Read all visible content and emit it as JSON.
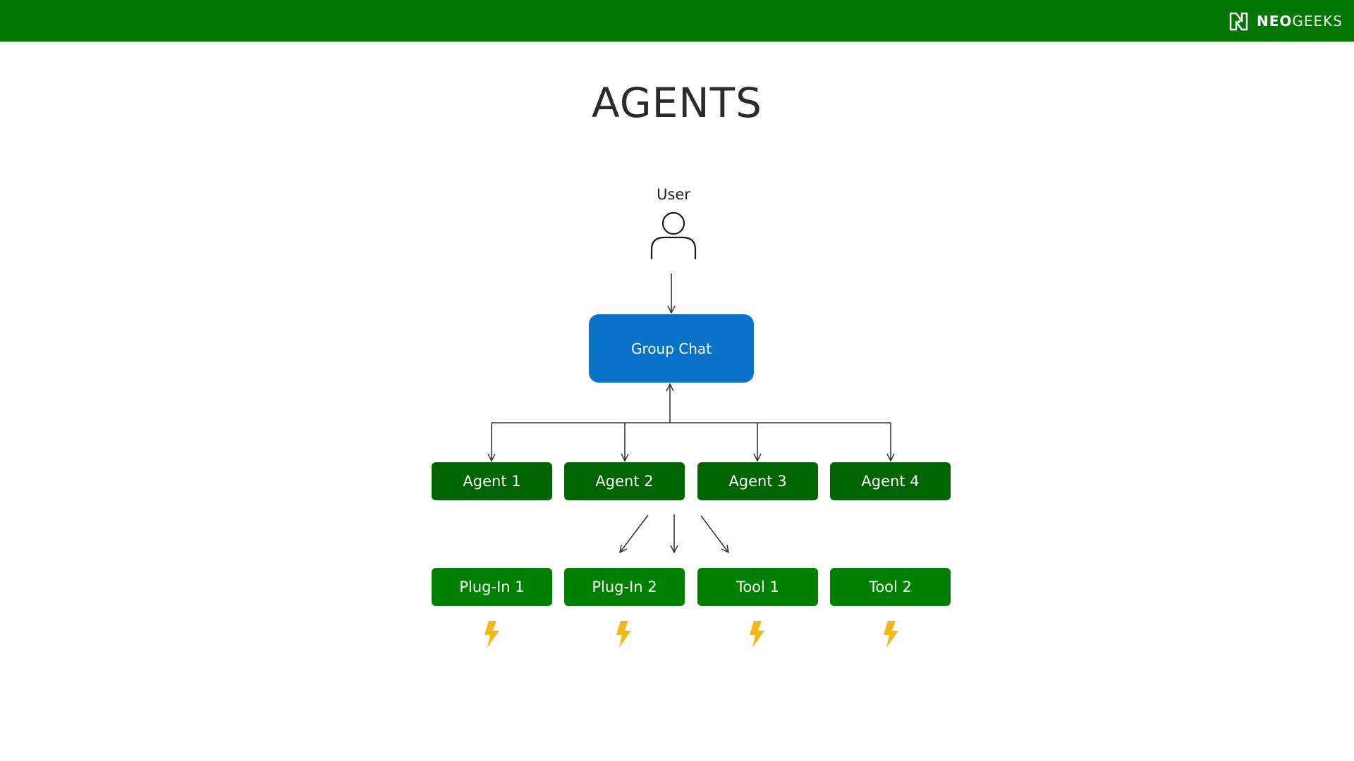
{
  "colors": {
    "header_green": "#027602",
    "agent_green": "#006400",
    "tool_green": "#008000",
    "chat_blue": "#0A72C8",
    "bolt_yellow": "#F2B815",
    "line": "#333333"
  },
  "brand": {
    "logo_icon": "neogeeks-n-logo-icon",
    "name_bold": "NEO",
    "name_light": "GEEKS"
  },
  "title": "AGENTS",
  "user": {
    "label": "User",
    "icon": "person-outline-icon"
  },
  "group_chat": {
    "label": "Group Chat"
  },
  "agents": [
    {
      "label": "Agent 1"
    },
    {
      "label": "Agent 2"
    },
    {
      "label": "Agent 3"
    },
    {
      "label": "Agent 4"
    }
  ],
  "tools": [
    {
      "label": "Plug-In 1",
      "icon": "lightning-bolt-icon"
    },
    {
      "label": "Plug-In 2",
      "icon": "lightning-bolt-icon"
    },
    {
      "label": "Tool 1",
      "icon": "lightning-bolt-icon"
    },
    {
      "label": "Tool 2",
      "icon": "lightning-bolt-icon"
    }
  ]
}
